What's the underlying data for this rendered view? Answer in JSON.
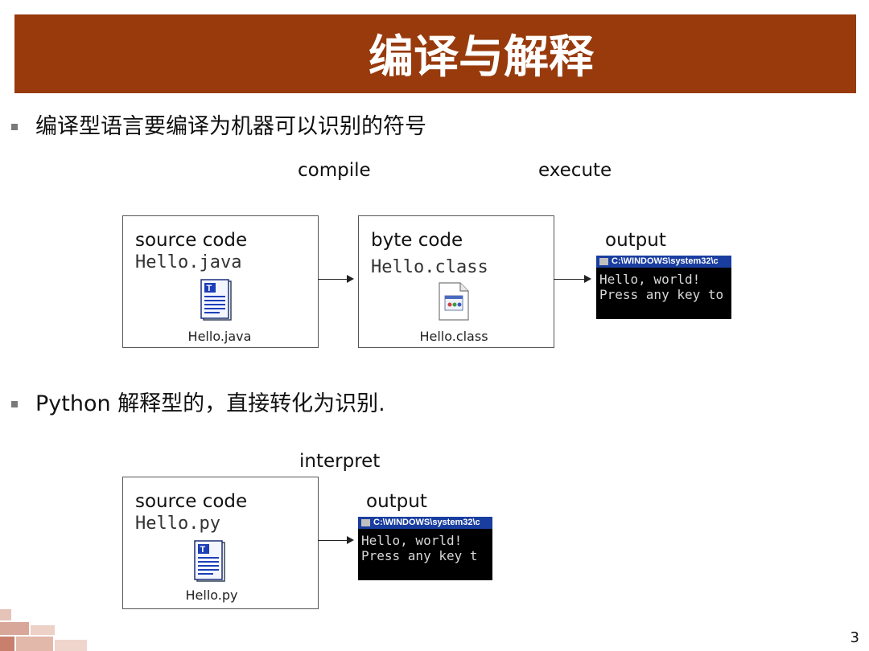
{
  "title": "编译与解释",
  "bullets": [
    "编译型语言要编译为机器可以识别的符号",
    "Python 解释型的，直接转化为识别."
  ],
  "compiled_flow": {
    "compile_label": "compile",
    "execute_label": "execute",
    "source_box": {
      "caption": "source code",
      "filename_mono": "Hello.java",
      "icon_label": "Hello.java"
    },
    "byte_box": {
      "caption": "byte code",
      "filename_mono": "Hello.class",
      "icon_label": "Hello.class"
    },
    "output_label": "output",
    "console": {
      "title": "C:\\WINDOWS\\system32\\c",
      "lines": [
        "Hello, world!",
        "Press any key to"
      ]
    }
  },
  "interpreted_flow": {
    "interpret_label": "interpret",
    "source_box": {
      "caption": "source code",
      "filename_mono": "Hello.py",
      "icon_label": "Hello.py"
    },
    "output_label": "output",
    "console": {
      "title": "C:\\WINDOWS\\system32\\c",
      "lines": [
        "Hello, world!",
        "Press any key t"
      ]
    }
  },
  "page_number": "3",
  "colors": {
    "title_bar": "#983a0c",
    "console_title": "#1a3ea0"
  }
}
